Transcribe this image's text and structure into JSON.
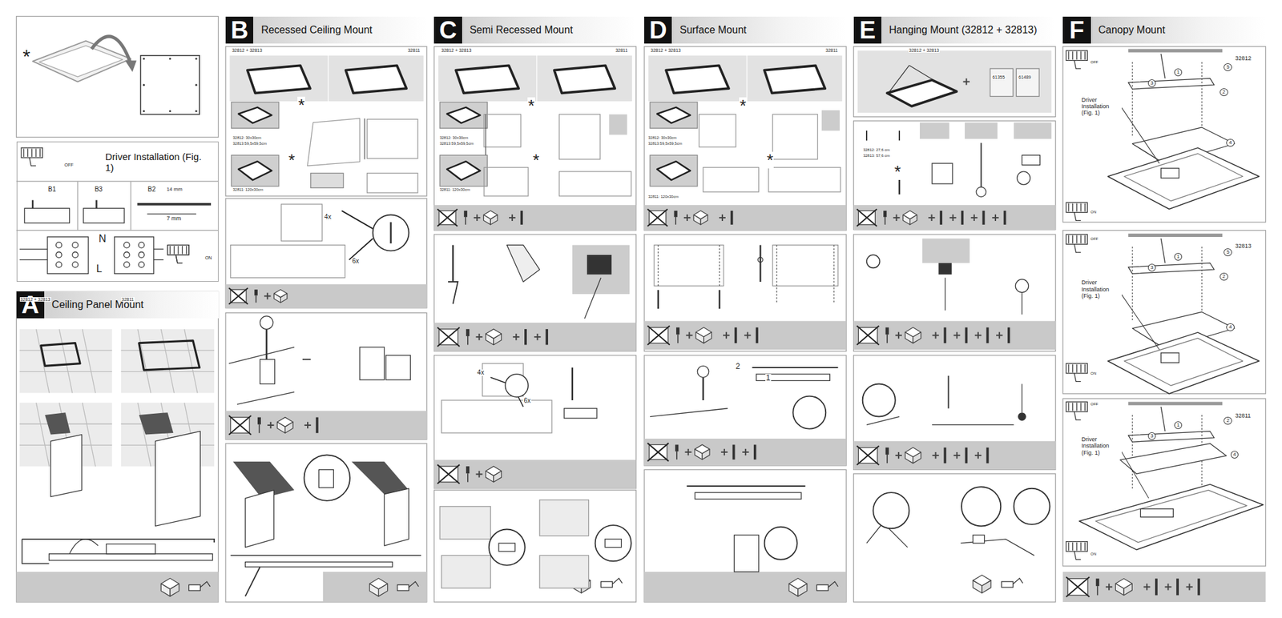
{
  "diagram": {
    "nodes": [
      {
        "text": [
          "Driver Installation (Fig. 1)"
        ]
      },
      {
        "text": [
          "A",
          "Ceiling Panel Mount"
        ]
      },
      {
        "text": [
          "B",
          "Recessed Ceiling Mount"
        ]
      },
      {
        "text": [
          "C",
          "Semi Recessed Mount"
        ]
      },
      {
        "text": [
          "D",
          "Surface Mount"
        ]
      },
      {
        "text": [
          "E",
          "Hanging Mount (32812 + 32813)"
        ]
      },
      {
        "text": [
          "F",
          "Canopy Mount"
        ]
      }
    ],
    "labels": [
      "*",
      "OFF",
      "B1",
      "B3",
      "B2",
      "14 mm",
      "7 mm",
      "N",
      "L",
      "ON",
      "32812 + 32813",
      "32811",
      "32812 + 32813",
      "32811",
      "*",
      "32812: 30x30cm",
      "32813:59,5x59,5cm",
      "*",
      "32811: 120x30cm",
      "4x",
      "6x",
      "32812 + 32813",
      "32811",
      "*",
      "32812: 30x30cm",
      "32813:59,5x59,5cm",
      "*",
      "32811: 120x30cm",
      "4x",
      "6x",
      "32812 + 32813",
      "32811",
      "*",
      "32812: 30x30cm",
      "32813:59,5x59,5cm",
      "*",
      "32811: 120x30cm",
      "2",
      "1",
      "32812 + 32813",
      "61355",
      "61489",
      "32812: 27,6 cm",
      "32813: 57,6 cm",
      "*",
      "32812",
      "Driver Installation (Fig. 1)",
      "OFF",
      "ON",
      "32813",
      "Driver Installation (Fig. 1)",
      "OFF",
      "ON",
      "32811",
      "Driver Installation (Fig. 1)",
      "OFF",
      "ON",
      "1",
      "5",
      "2",
      "4",
      "3",
      "1",
      "5",
      "2",
      "4",
      "3",
      "1",
      "2",
      "4",
      "3"
    ]
  }
}
